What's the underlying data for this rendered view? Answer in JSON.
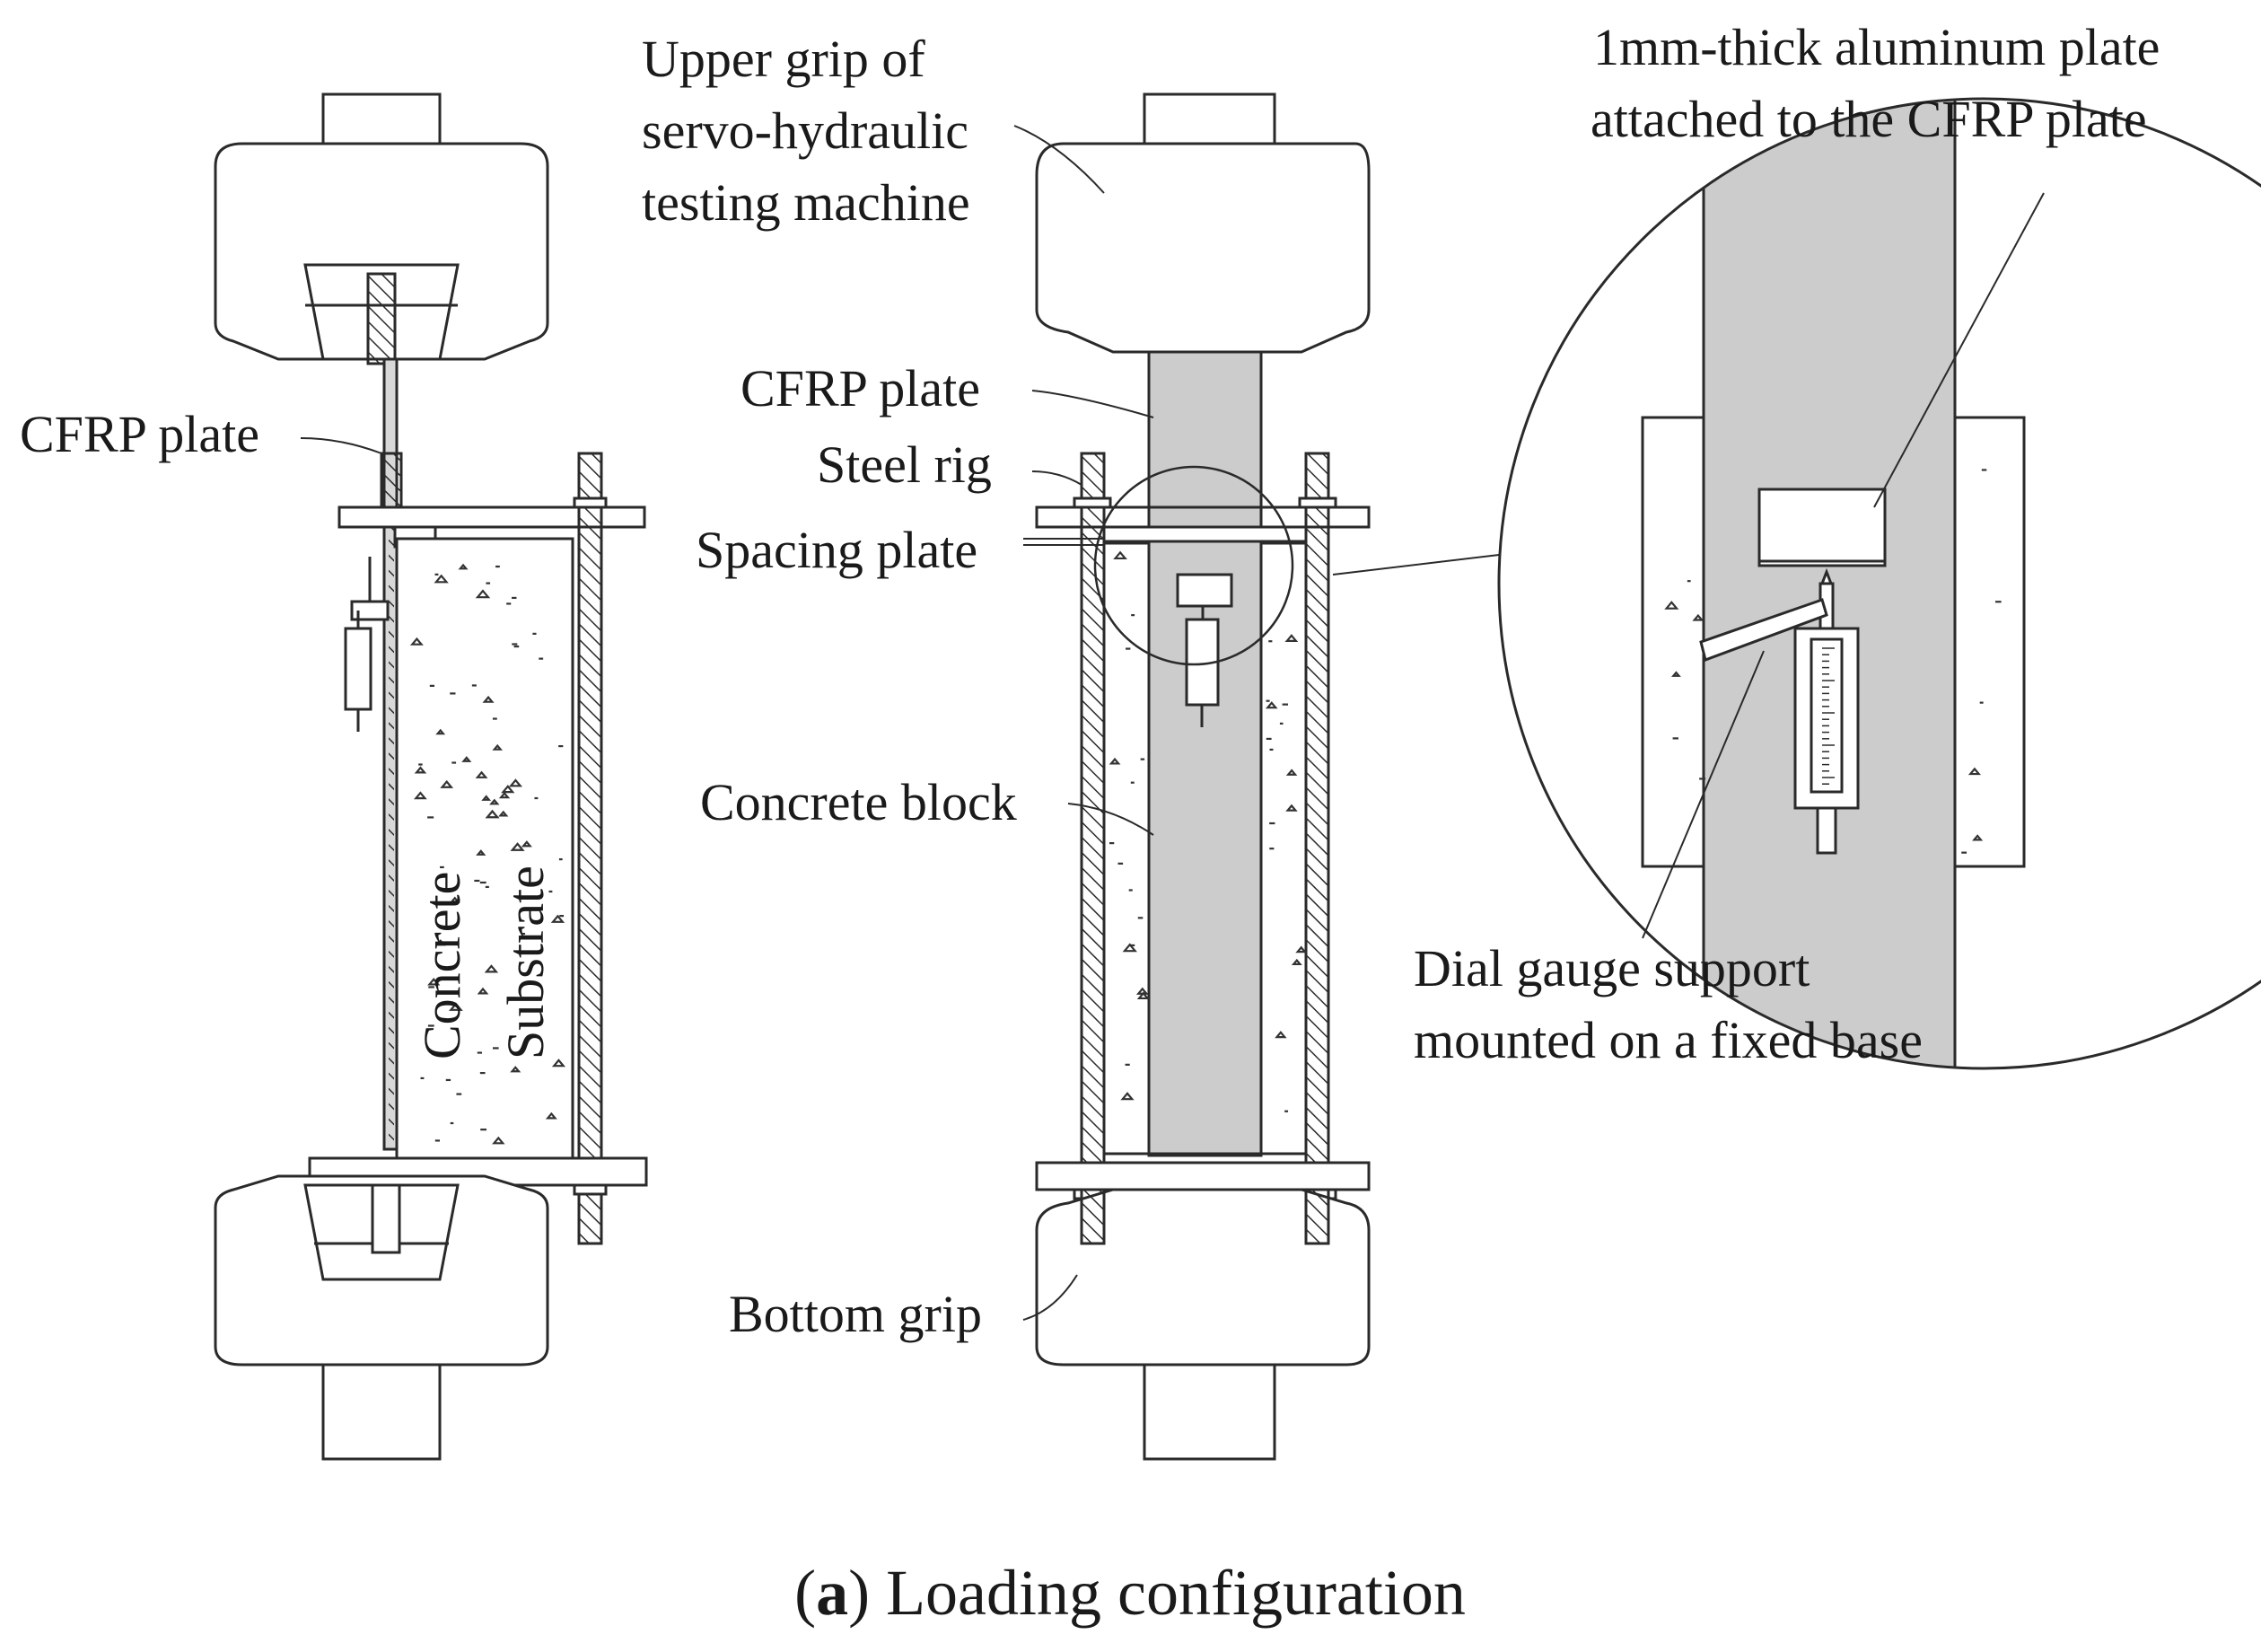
{
  "labels": {
    "upper_grip_line1": "Upper grip of",
    "upper_grip_line2": "servo-hydraulic",
    "upper_grip_line3": "testing machine",
    "cfrp_plate_left": "CFRP plate",
    "cfrp_plate_mid": "CFRP plate",
    "steel_rig": "Steel rig",
    "spacing_plate": "Spacing plate",
    "concrete_block": "Concrete block",
    "bottom_grip": "Bottom grip",
    "aluminum_line1": "1mm-thick aluminum plate",
    "aluminum_line2": "attached to the CFRP plate",
    "dial_line1": "Dial gauge support",
    "dial_line2": "mounted on a fixed base",
    "substrate_word1": "Concrete",
    "substrate_word2": "Substrate"
  },
  "caption": {
    "letter": "a",
    "open_paren": "(",
    "close_paren": ")",
    "text": " Loading configuration"
  }
}
